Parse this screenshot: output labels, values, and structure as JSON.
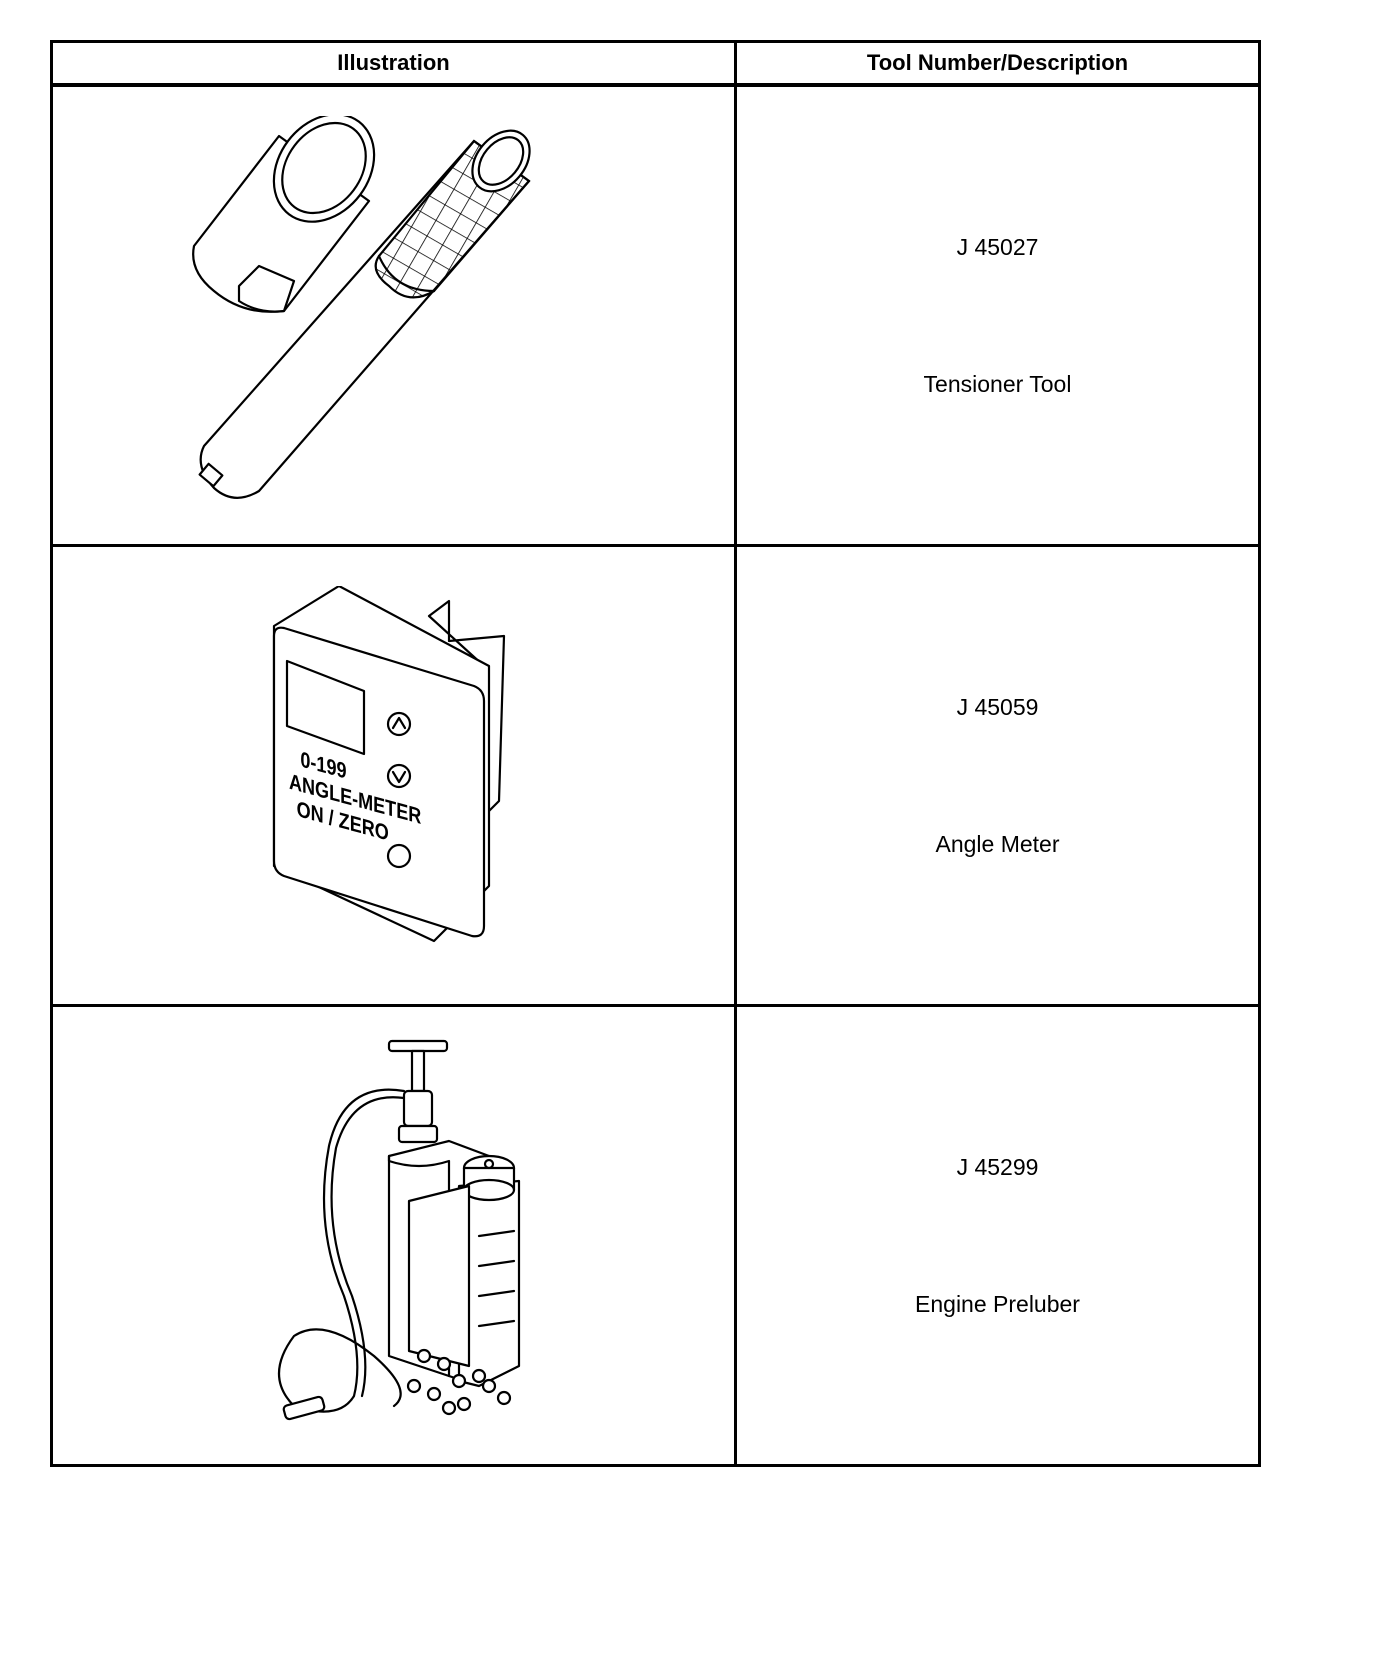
{
  "table": {
    "headers": {
      "illustration": "Illustration",
      "tool": "Tool Number/Description"
    },
    "rows": [
      {
        "tool_number": "J 45027",
        "description": "Tensioner Tool",
        "icon": "tensioner-tool-illustration"
      },
      {
        "tool_number": "J 45059",
        "description": "Angle Meter",
        "icon": "angle-meter-illustration",
        "device_text": {
          "range": "0-199",
          "name": "ANGLE-METER",
          "button": "ON / ZERO"
        }
      },
      {
        "tool_number": "J 45299",
        "description": "Engine Preluber",
        "icon": "engine-preluber-illustration"
      }
    ]
  }
}
